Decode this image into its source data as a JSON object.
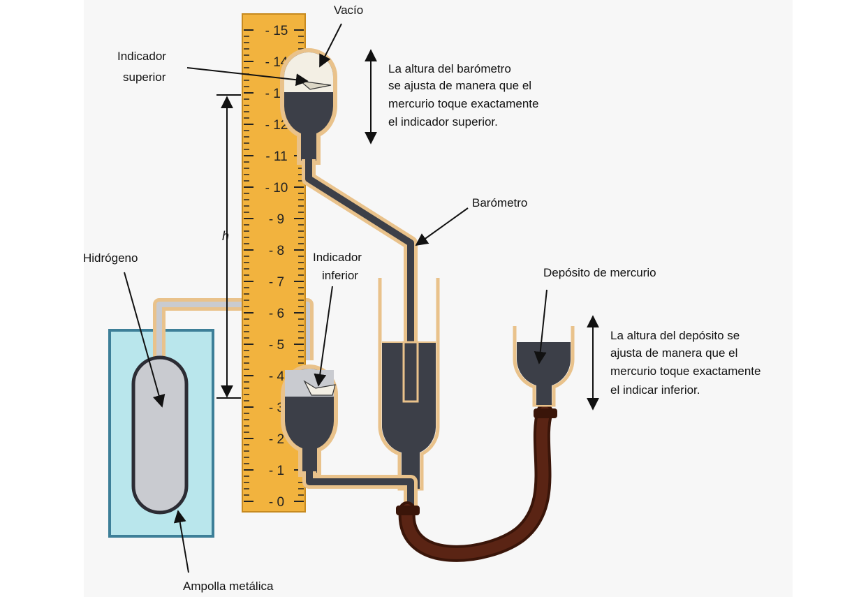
{
  "colors": {
    "ruler": "#f2b33e",
    "tube_outline": "#e9c28b",
    "mercury": "#3c3f48",
    "tank": "#b9e6ec",
    "tank_border": "#3d7f98",
    "hydrogen": "#c9cbd0",
    "rubber_hose": "#5a2414"
  },
  "scale": {
    "ticks": [
      "0",
      "1",
      "2",
      "3",
      "4",
      "5",
      "6",
      "7",
      "8",
      "9",
      "10",
      "11",
      "12",
      "13",
      "14",
      "15"
    ]
  },
  "labels": {
    "vacio": "Vacío",
    "indicador_superior": [
      "Indicador",
      "superior"
    ],
    "barometro_note": [
      "La altura del barómetro",
      "se ajusta  de manera que el",
      "mercurio toque exactamente",
      "el indicador superior."
    ],
    "barometro": "Barómetro",
    "h": "h",
    "hidrogeno": "Hidrógeno",
    "indicador_inferior": [
      "Indicador",
      "inferior"
    ],
    "deposito": "Depósito de mercurio",
    "deposito_note": [
      "La altura del  depósito se",
      "ajusta de manera que el",
      "mercurio toque exactamente",
      "el indicar inferior."
    ],
    "ampolla": "Ampolla metálica"
  }
}
